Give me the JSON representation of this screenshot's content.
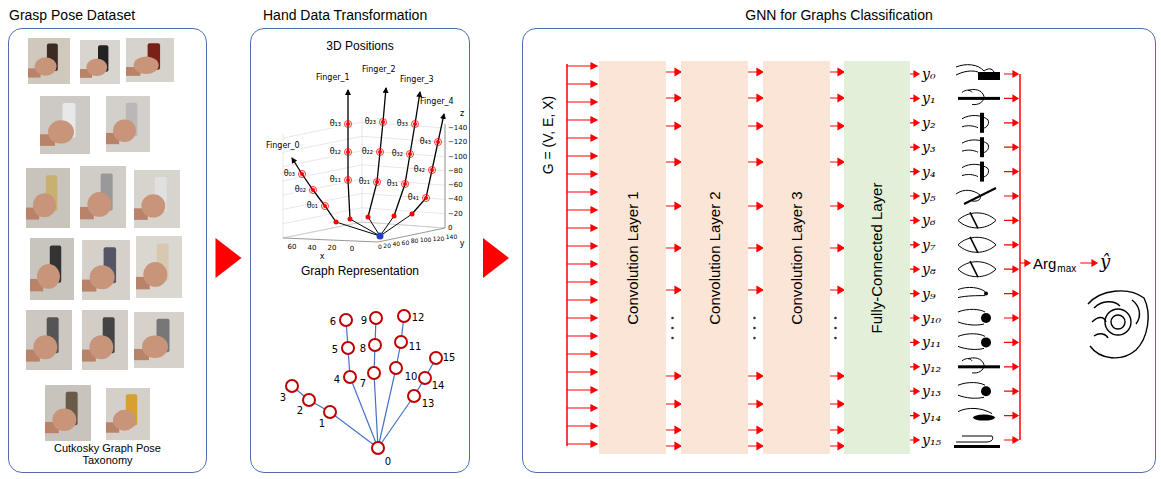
{
  "diagram": {
    "nodes": [
      {
        "text": [
          "Grasp Pose Dataset",
          "Cutkosky Graph Pose Taxonomy"
        ]
      },
      {
        "text": [
          "Hand Data Transformation",
          "3D Positions",
          "Graph Representation"
        ]
      },
      {
        "text": [
          "GNN for Graphs Classification"
        ]
      },
      {
        "text": [
          "Convolution Layer 1"
        ],
        "in": 2
      },
      {
        "text": [
          "Convolution Layer 2"
        ],
        "in": 2
      },
      {
        "text": [
          "Convolution Layer 3"
        ],
        "in": 2
      },
      {
        "text": [
          "Fully-Connected Layer"
        ],
        "in": 2
      }
    ],
    "edges": [
      {
        "from": 0,
        "to": 1,
        "arrow": "to"
      },
      {
        "from": 1,
        "to": 2,
        "arrow": "to"
      },
      {
        "from": 3,
        "to": 4,
        "arrow": "to"
      },
      {
        "from": 4,
        "to": 5,
        "arrow": "to"
      },
      {
        "from": 5,
        "to": 6,
        "arrow": "to"
      }
    ],
    "labels": [
      "G = (V, E, X)",
      "Finger_0",
      "Finger_1",
      "Finger_2",
      "Finger_3",
      "Finger_4",
      "θ₀₁",
      "θ₀₂",
      "θ₀₃",
      "θ₁₁",
      "θ₁₂",
      "θ₁₃",
      "θ₂₁",
      "θ₂₂",
      "θ₂₃",
      "θ₃₁",
      "θ₃₂",
      "θ₃₃",
      "θ₄₁",
      "θ₄₂",
      "θ₄₃",
      "−140",
      "−120",
      "−100",
      "−80",
      "−60",
      "−40",
      "−20",
      "0",
      "z",
      "60",
      "40",
      "20",
      "0",
      "x",
      "0",
      "20",
      "40",
      "60",
      "80",
      "100",
      "120",
      "140",
      "y",
      "0",
      "1",
      "2",
      "3",
      "4",
      "5",
      "6",
      "7",
      "8",
      "9",
      "10",
      "11",
      "12",
      "13",
      "14",
      "15",
      "y₀",
      "y₁",
      "y₂",
      "y₃",
      "y₄",
      "y₅",
      "y₆",
      "y₇",
      "y₈",
      "y₉",
      "y₁₀",
      "y₁₁",
      "y₁₂",
      "y₁₃",
      "y₁₄",
      "y₁₅",
      "Arg",
      "max",
      "ŷ"
    ]
  }
}
